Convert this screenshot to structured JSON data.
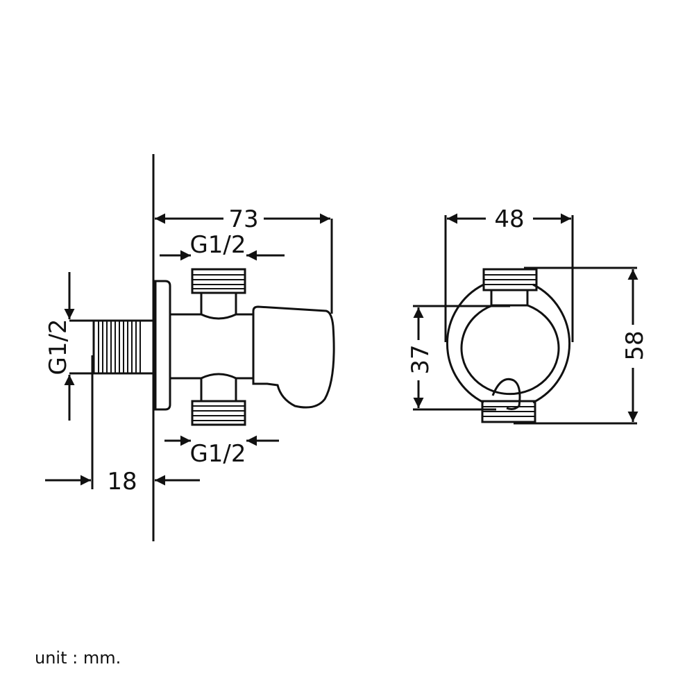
{
  "dimensions": {
    "overall_length": "73",
    "wall_offset": "18",
    "inlet_thread": "G1/2",
    "top_outlet_thread": "G1/2",
    "bottom_outlet_thread": "G1/2",
    "side_width": "48",
    "outlet_spacing": "37",
    "side_height": "58"
  },
  "unit_note": "unit : mm.",
  "colors": {
    "line": "#111111",
    "background": "#ffffff"
  }
}
